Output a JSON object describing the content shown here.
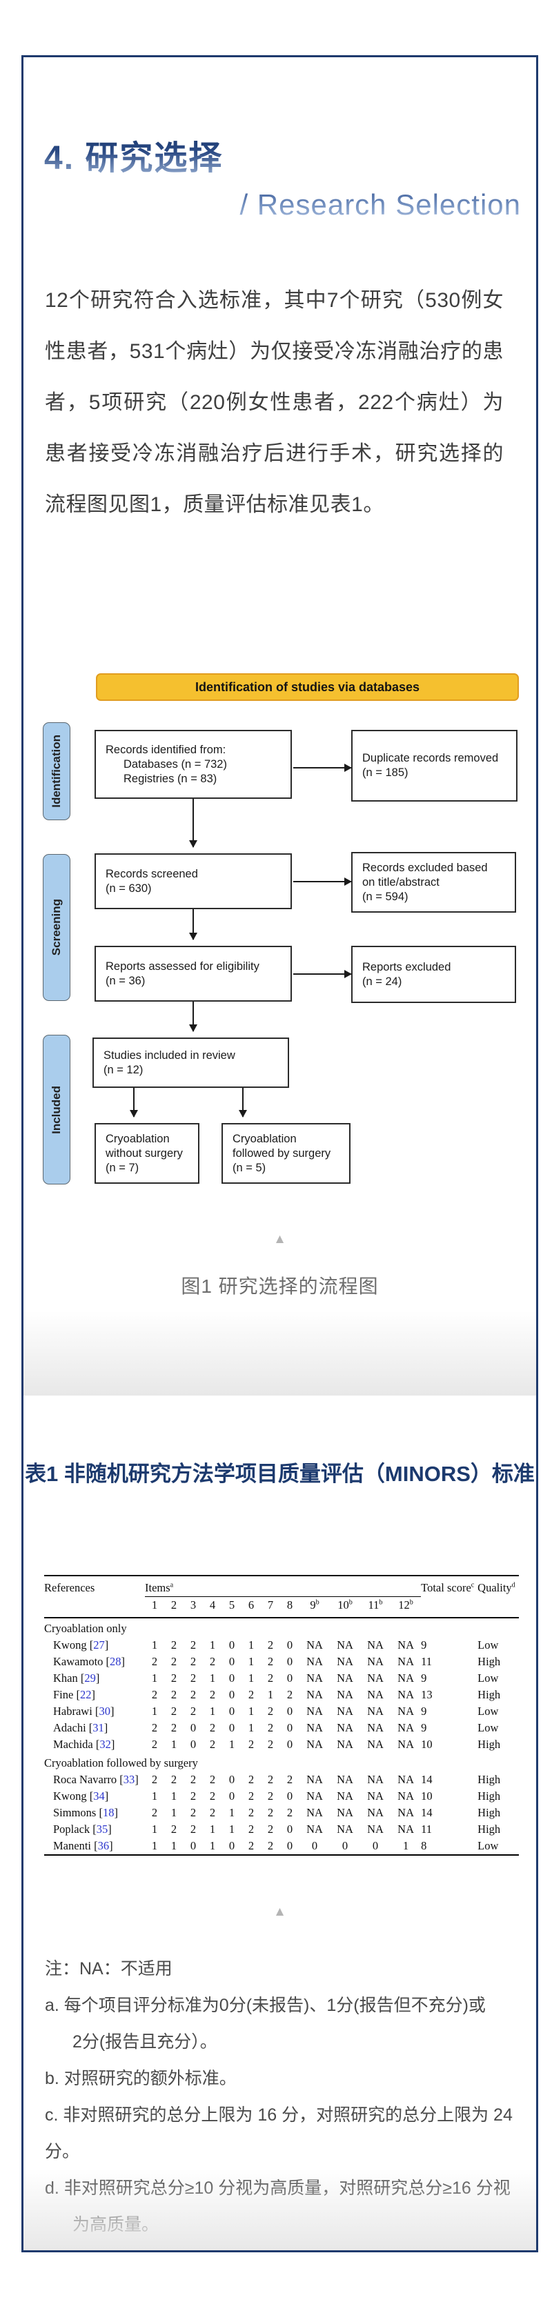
{
  "header": {
    "title_zh": "4. 研究选择",
    "title_en": "/ Research Selection"
  },
  "paragraph": {
    "text": "12个研究符合入选标准，其中7个研究（530例女性患者，531个病灶）为仅接受冷冻消融治疗的患者，5项研究（220例女性患者，222个病灶）为患者接受冷冻消融治疗后进行手术，研究选择的流程图见图1，质量评估标准见表1。"
  },
  "flow": {
    "banner": "Identification of studies via databases",
    "stages": [
      "Identification",
      "Screening",
      "Included"
    ],
    "boxes": {
      "identified": {
        "lines": [
          "Records identified from:",
          "Databases (n = 732)",
          "Registries (n = 83)"
        ]
      },
      "duplicates": {
        "lines": [
          "Duplicate records removed",
          "(n = 185)"
        ]
      },
      "screened": {
        "lines": [
          "Records screened",
          "(n = 630)"
        ]
      },
      "excluded_title_abstract": {
        "lines": [
          "Records excluded based",
          "on title/abstract",
          "(n = 594)"
        ]
      },
      "assessed": {
        "lines": [
          "Reports assessed for eligibility",
          "(n = 36)"
        ]
      },
      "reports_excluded": {
        "lines": [
          "Reports excluded",
          "(n = 24)"
        ]
      },
      "included_review": {
        "lines": [
          "Studies included in review",
          "(n = 12)"
        ]
      },
      "cryo_without_surgery": {
        "lines": [
          "Cryoablation",
          "without surgery",
          "(n = 7)"
        ]
      },
      "cryo_followed_surgery": {
        "lines": [
          "Cryoablation",
          "followed by surgery",
          "(n = 5)"
        ]
      }
    }
  },
  "figure": {
    "collapse_icon": "▲",
    "caption": "图1 研究选择的流程图"
  },
  "table": {
    "title": "表1 非随机研究方法学项目质量评估（MINORS）标准",
    "headers": {
      "references": {
        "t": "References"
      },
      "items": {
        "t": "Items",
        "s": "a"
      },
      "total": {
        "t": "Total score",
        "s": "c"
      },
      "quality": {
        "t": "Quality",
        "s": "d"
      }
    },
    "item_cols": [
      {
        "t": "1"
      },
      {
        "t": "2"
      },
      {
        "t": "3"
      },
      {
        "t": "4"
      },
      {
        "t": "5"
      },
      {
        "t": "6"
      },
      {
        "t": "7"
      },
      {
        "t": "8"
      },
      {
        "t": "9",
        "s": "b"
      },
      {
        "t": "10",
        "s": "b"
      },
      {
        "t": "11",
        "s": "b"
      },
      {
        "t": "12",
        "s": "b"
      }
    ],
    "groups": [
      {
        "label": "Cryoablation only",
        "rows": [
          {
            "name": "Kwong",
            "ref": "27",
            "scores": [
              "1",
              "2",
              "2",
              "1",
              "0",
              "1",
              "2",
              "0",
              "NA",
              "NA",
              "NA",
              "NA"
            ],
            "total": "9",
            "quality": "Low"
          },
          {
            "name": "Kawamoto",
            "ref": "28",
            "scores": [
              "2",
              "2",
              "2",
              "2",
              "0",
              "1",
              "2",
              "0",
              "NA",
              "NA",
              "NA",
              "NA"
            ],
            "total": "11",
            "quality": "High"
          },
          {
            "name": "Khan",
            "ref": "29",
            "scores": [
              "1",
              "2",
              "2",
              "1",
              "0",
              "1",
              "2",
              "0",
              "NA",
              "NA",
              "NA",
              "NA"
            ],
            "total": "9",
            "quality": "Low"
          },
          {
            "name": "Fine",
            "ref": "22",
            "scores": [
              "2",
              "2",
              "2",
              "2",
              "0",
              "2",
              "1",
              "2",
              "NA",
              "NA",
              "NA",
              "NA"
            ],
            "total": "13",
            "quality": "High"
          },
          {
            "name": "Habrawi",
            "ref": "30",
            "scores": [
              "1",
              "2",
              "2",
              "1",
              "0",
              "1",
              "2",
              "0",
              "NA",
              "NA",
              "NA",
              "NA"
            ],
            "total": "9",
            "quality": "Low"
          },
          {
            "name": "Adachi",
            "ref": "31",
            "scores": [
              "2",
              "2",
              "0",
              "2",
              "0",
              "1",
              "2",
              "0",
              "NA",
              "NA",
              "NA",
              "NA"
            ],
            "total": "9",
            "quality": "Low"
          },
          {
            "name": "Machida",
            "ref": "32",
            "scores": [
              "2",
              "1",
              "0",
              "2",
              "1",
              "2",
              "2",
              "0",
              "NA",
              "NA",
              "NA",
              "NA"
            ],
            "total": "10",
            "quality": "High"
          }
        ]
      },
      {
        "label": "Cryoablation followed by surgery",
        "rows": [
          {
            "name": "Roca Navarro",
            "ref": "33",
            "scores": [
              "2",
              "2",
              "2",
              "2",
              "0",
              "2",
              "2",
              "2",
              "NA",
              "NA",
              "NA",
              "NA"
            ],
            "total": "14",
            "quality": "High"
          },
          {
            "name": "Kwong",
            "ref": "34",
            "scores": [
              "1",
              "1",
              "2",
              "2",
              "0",
              "2",
              "2",
              "0",
              "NA",
              "NA",
              "NA",
              "NA"
            ],
            "total": "10",
            "quality": "High"
          },
          {
            "name": "Simmons",
            "ref": "18",
            "scores": [
              "2",
              "1",
              "2",
              "2",
              "1",
              "2",
              "2",
              "2",
              "NA",
              "NA",
              "NA",
              "NA"
            ],
            "total": "14",
            "quality": "High"
          },
          {
            "name": "Poplack",
            "ref": "35",
            "scores": [
              "1",
              "2",
              "2",
              "1",
              "1",
              "2",
              "2",
              "0",
              "NA",
              "NA",
              "NA",
              "NA"
            ],
            "total": "11",
            "quality": "High"
          },
          {
            "name": "Manenti",
            "ref": "36",
            "scores": [
              "1",
              "1",
              "0",
              "1",
              "0",
              "2",
              "2",
              "0",
              "0",
              "0",
              "0",
              "1"
            ],
            "total": "8",
            "quality": "Low"
          }
        ]
      }
    ]
  },
  "notes": {
    "collapse_icon": "▲",
    "lines": [
      {
        "text": "注：NA：不适用",
        "indent": false
      },
      {
        "text": "a. 每个项目评分标准为0分(未报告)、1分(报告但不充分)或",
        "indent": false
      },
      {
        "text": "2分(报告且充分）。",
        "indent": true
      },
      {
        "text": "b. 对照研究的额外标准。",
        "indent": false
      },
      {
        "text": "c. 非对照研究的总分上限为 16 分，对照研究的总分上限为 24 分。",
        "indent": false
      },
      {
        "text": "d. 非对照研究总分≥10 分视为高质量，对照研究总分≥16 分视",
        "indent": false
      },
      {
        "text": "为高质量。",
        "indent": true
      }
    ]
  },
  "colors": {
    "card_border_navy": "#1e3a6d",
    "title_navy": "#16356c",
    "subtitle_blue": "#7f9bc7",
    "banner_yellow": "#f5c02f",
    "banner_border_orange": "#e19d1f",
    "stage_pill_blue": "#aacdec",
    "citation_link_blue": "#2b35cc",
    "caption_gray": "#6e6e6e",
    "note_gray": "#4a4a4a"
  }
}
